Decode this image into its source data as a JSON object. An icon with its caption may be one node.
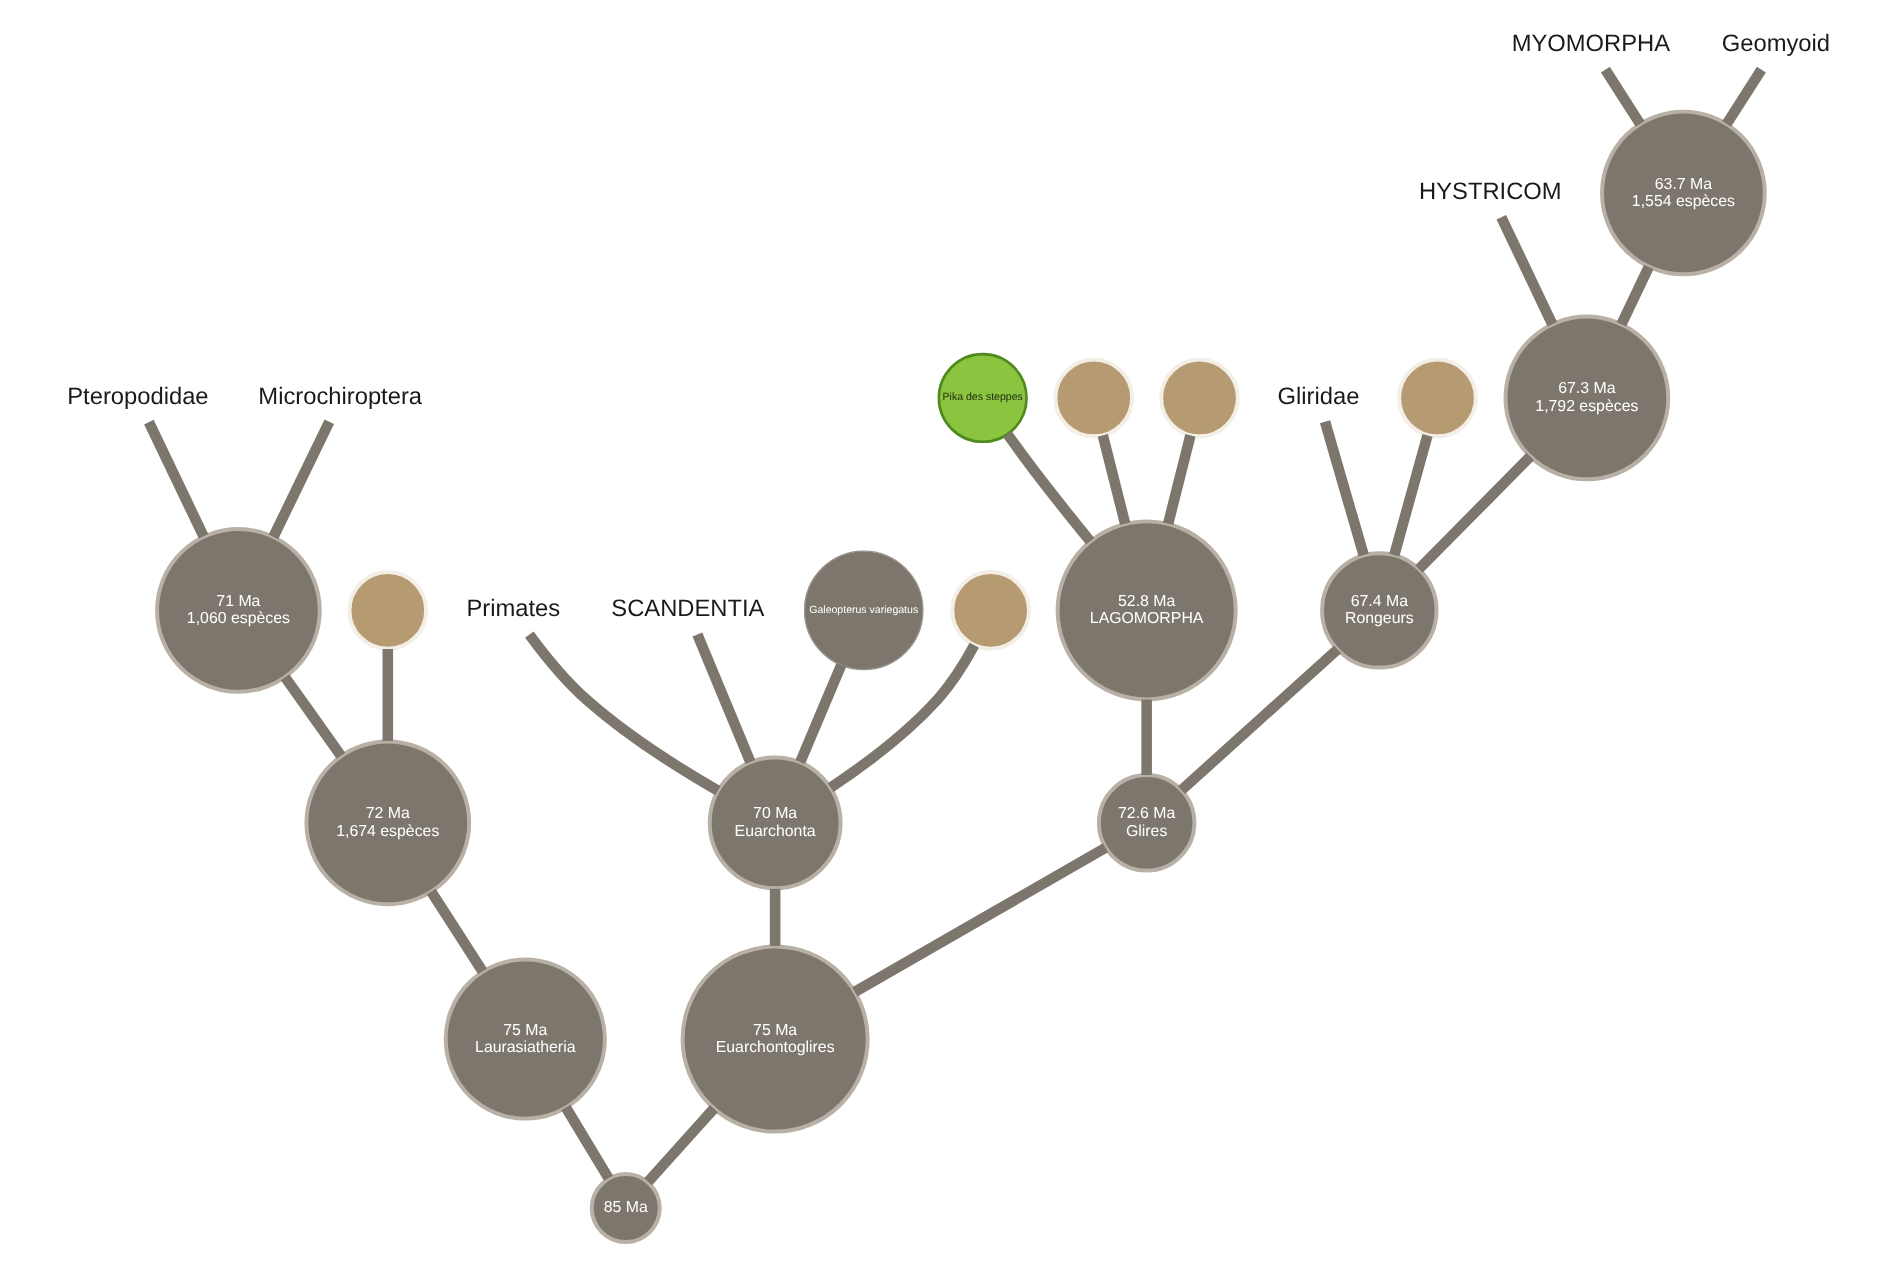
{
  "diagram": {
    "nodes": [
      {
        "text": [
          "85 Ma"
        ]
      },
      {
        "text": [
          "75 Ma",
          "Laurasiatheria"
        ]
      },
      {
        "text": [
          "72 Ma",
          "1,674 espèces"
        ]
      },
      {
        "text": [
          "71 Ma",
          "1,060 espèces"
        ]
      },
      {
        "text": [
          "Pteropodidae"
        ]
      },
      {
        "text": [
          "Microchiroptera"
        ]
      },
      {
        "text": [],
        "shape": "circle"
      },
      {
        "text": [
          "75 Ma",
          "Euarchontoglires"
        ]
      },
      {
        "text": [
          "70 Ma",
          "Euarchonta"
        ]
      },
      {
        "text": [
          "Primates"
        ]
      },
      {
        "text": [
          "SCANDENTIA"
        ]
      },
      {
        "text": [
          "Galeopterus variegatus"
        ]
      },
      {
        "text": [],
        "shape": "circle"
      },
      {
        "text": [
          "72.6 Ma",
          "Glires"
        ]
      },
      {
        "text": [
          "52.8 Ma",
          "LAGOMORPHA"
        ]
      },
      {
        "text": [
          "Pika des steppes"
        ]
      },
      {
        "text": [],
        "shape": "circle"
      },
      {
        "text": [],
        "shape": "circle"
      },
      {
        "text": [
          "67.4 Ma",
          "Rongeurs"
        ]
      },
      {
        "text": [
          "Gliridae"
        ]
      },
      {
        "text": [],
        "shape": "circle"
      },
      {
        "text": [
          "67.3 Ma",
          "1,792 espèces"
        ]
      },
      {
        "text": [
          "HYSTRICOM"
        ]
      },
      {
        "text": [
          "63.7 Ma",
          "1,554 espèces"
        ]
      },
      {
        "text": [
          "MYOMORPHA"
        ]
      },
      {
        "text": [
          "Geomyoid"
        ]
      }
    ],
    "edges": [
      {
        "from": 0,
        "to": 1,
        "arrow": "none"
      },
      {
        "from": 0,
        "to": 7,
        "arrow": "none"
      },
      {
        "from": 1,
        "to": 2,
        "arrow": "none"
      },
      {
        "from": 2,
        "to": 6,
        "arrow": "none"
      },
      {
        "from": 2,
        "to": 3,
        "arrow": "none"
      },
      {
        "from": 3,
        "to": 4,
        "arrow": "none"
      },
      {
        "from": 3,
        "to": 5,
        "arrow": "none"
      },
      {
        "from": 7,
        "to": 8,
        "arrow": "none"
      },
      {
        "from": 7,
        "to": 13,
        "arrow": "none"
      },
      {
        "from": 8,
        "to": 10,
        "arrow": "none"
      },
      {
        "from": 8,
        "to": 9,
        "arrow": "none"
      },
      {
        "from": 8,
        "to": 11,
        "arrow": "none"
      },
      {
        "from": 8,
        "to": 12,
        "arrow": "none"
      },
      {
        "from": 13,
        "to": 14,
        "arrow": "none"
      },
      {
        "from": 13,
        "to": 18,
        "arrow": "none"
      },
      {
        "from": 14,
        "to": 15,
        "arrow": "none"
      },
      {
        "from": 14,
        "to": 16,
        "arrow": "none"
      },
      {
        "from": 14,
        "to": 17,
        "arrow": "none"
      },
      {
        "from": 18,
        "to": 19,
        "arrow": "none"
      },
      {
        "from": 18,
        "to": 20,
        "arrow": "none"
      },
      {
        "from": 18,
        "to": 21,
        "arrow": "none"
      },
      {
        "from": 21,
        "to": 22,
        "arrow": "none"
      },
      {
        "from": 21,
        "to": 23,
        "arrow": "none"
      },
      {
        "from": 23,
        "to": 24,
        "arrow": "none"
      },
      {
        "from": 23,
        "to": 25,
        "arrow": "none"
      }
    ]
  }
}
